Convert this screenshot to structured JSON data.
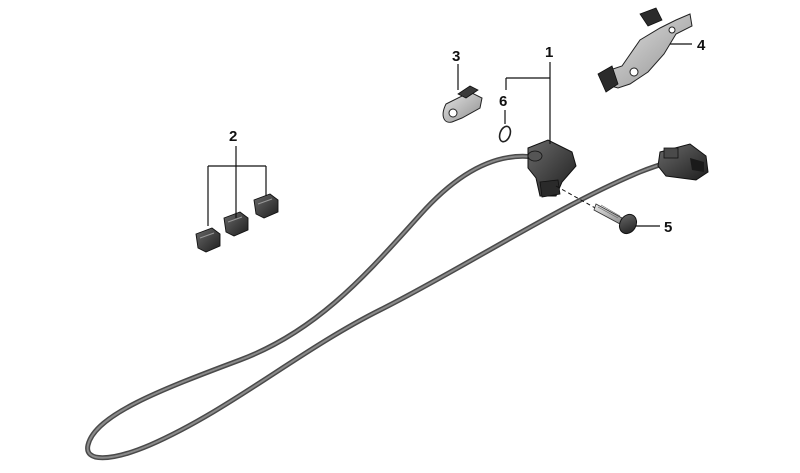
{
  "diagram": {
    "callouts": {
      "c1": "1",
      "c2": "2",
      "c3": "3",
      "c4": "4",
      "c5": "5",
      "c6": "6"
    },
    "colors": {
      "cable": "#5f5f5f",
      "cable_highlight": "#8a8a8a",
      "part_dark": "#2b2b2b",
      "part_mid": "#6a6a6a",
      "part_light": "#b8b8b8",
      "leader": "#111111"
    }
  }
}
